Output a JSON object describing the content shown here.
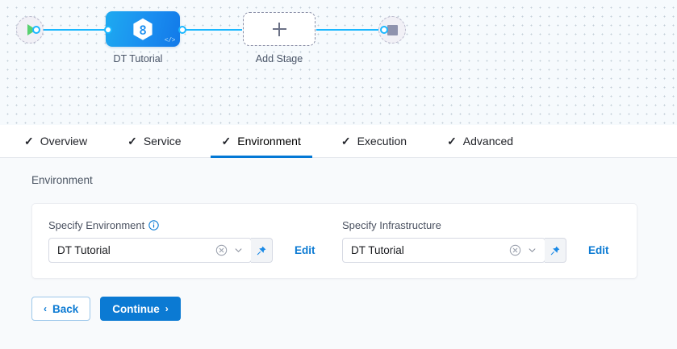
{
  "pipeline": {
    "start_node": {
      "name": "start-node",
      "icon": "play-icon"
    },
    "end_node": {
      "name": "end-node",
      "icon": "stop-icon"
    },
    "stage": {
      "label": "DT Tutorial",
      "icon": "harness-hexagon-icon",
      "badge": "</>"
    },
    "add_stage": {
      "label": "Add Stage",
      "icon": "plus-icon"
    }
  },
  "tabs": [
    {
      "label": "Overview",
      "completed": true,
      "active": false
    },
    {
      "label": "Service",
      "completed": true,
      "active": false
    },
    {
      "label": "Environment",
      "completed": true,
      "active": true
    },
    {
      "label": "Execution",
      "completed": true,
      "active": false
    },
    {
      "label": "Advanced",
      "completed": true,
      "active": false
    }
  ],
  "check_glyph": "✓",
  "section": {
    "title": "Environment"
  },
  "fields": {
    "environment": {
      "label": "Specify Environment",
      "has_info_icon": true,
      "value": "DT Tutorial",
      "edit_label": "Edit",
      "clear_icon": "clear-circle-icon",
      "dropdown_icon": "chevron-down-icon",
      "pin_icon": "pin-icon"
    },
    "infrastructure": {
      "label": "Specify Infrastructure",
      "has_info_icon": false,
      "value": "DT Tutorial",
      "edit_label": "Edit",
      "clear_icon": "clear-circle-icon",
      "dropdown_icon": "chevron-down-icon",
      "pin_icon": "pin-icon"
    }
  },
  "footer": {
    "back_label": "Back",
    "back_chevron": "‹",
    "continue_label": "Continue",
    "continue_chevron": "›"
  },
  "colors": {
    "accent_blue": "#0b7ad3",
    "edge_blue": "#1ab7ff",
    "node_blue": "#1a8ef0",
    "play_green": "#59d170",
    "stop_gray": "#8f93ae",
    "canvas_bg": "#f6fafd",
    "panel_bg": "#f8fafc"
  }
}
